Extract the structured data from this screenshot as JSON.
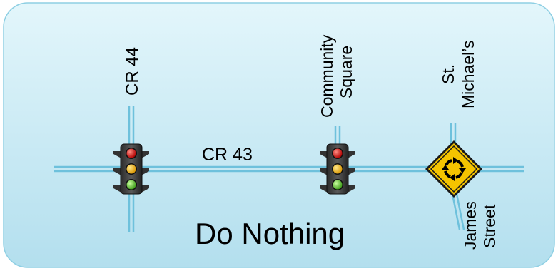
{
  "diagram": {
    "title": "Do Nothing",
    "road_labels": {
      "main_road": "CR 43",
      "cross_road_1": "CR 44",
      "cross_road_2_line1": "Community",
      "cross_road_2_line2": "Square",
      "cross_road_3_line1": "St.",
      "cross_road_3_line2": "Michael’s",
      "cross_road_4_line1": "James",
      "cross_road_4_line2": "Street"
    },
    "intersections": [
      {
        "name": "CR 44",
        "control": "traffic-signal"
      },
      {
        "name": "Community Square",
        "control": "traffic-signal"
      },
      {
        "name": "St. Michael’s / James Street",
        "control": "roundabout-sign"
      }
    ],
    "colors": {
      "panel_fill_top": "#def4fa",
      "panel_fill_bottom": "#b7e2ef",
      "panel_stroke": "#8ecfe3",
      "road": "#6ec1dc",
      "sign_yellow": "#f5c400",
      "signal_red": "#d82020",
      "signal_yellow": "#f3b800",
      "signal_green": "#5fc12f"
    }
  }
}
